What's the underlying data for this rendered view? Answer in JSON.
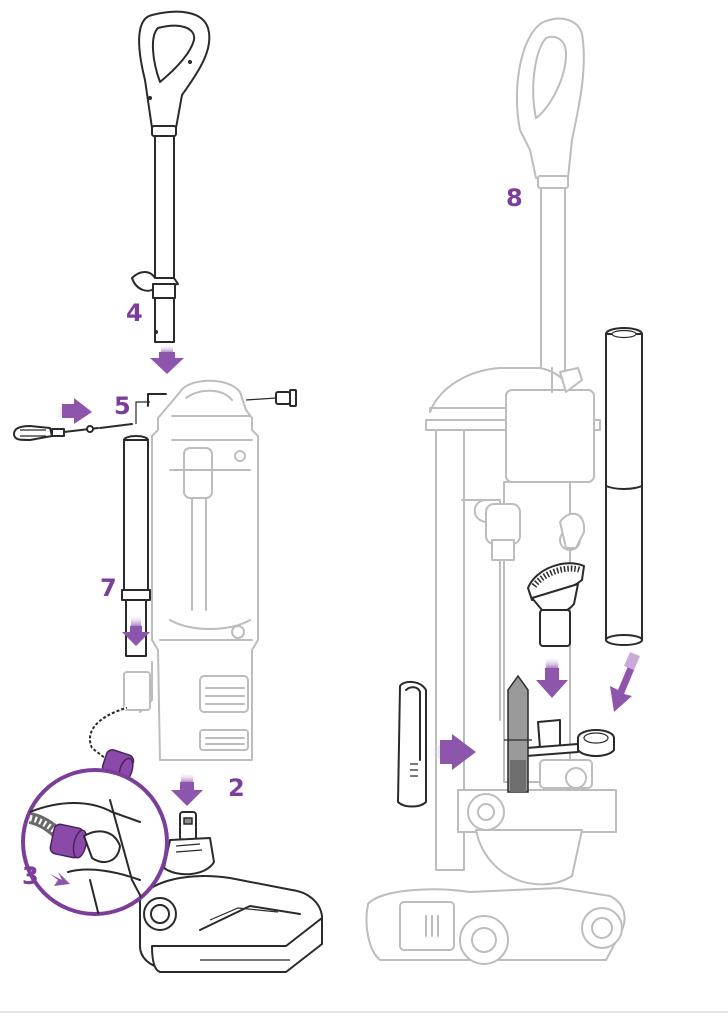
{
  "labels": {
    "step2": "2",
    "step3": "3",
    "step4": "4",
    "step5": "5",
    "step7": "7",
    "step8": "8"
  },
  "colors": {
    "accent": "#7b3e9a",
    "arrow": "#8e55ad",
    "line": "#2a2a2a",
    "ghost": "#bdbdbd"
  }
}
